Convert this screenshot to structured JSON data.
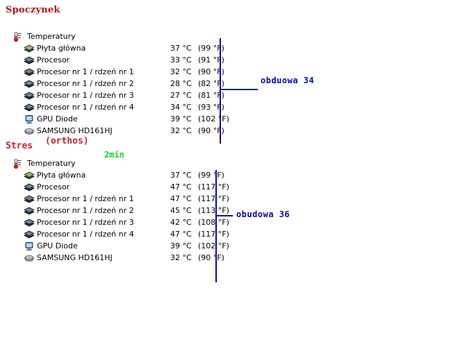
{
  "sections": [
    {
      "heading": "Spoczynek",
      "group_label": "Temperatury",
      "group_icon": "thermometer-icon",
      "rows": [
        {
          "icon": "motherboard-chip-icon",
          "label": "Płyta główna",
          "celsius": "37 °C",
          "fahrenheit": "(99 °F)"
        },
        {
          "icon": "cpu-chip-icon",
          "label": "Procesor",
          "celsius": "33 °C",
          "fahrenheit": "(91 °F)"
        },
        {
          "icon": "cpu-chip-icon",
          "label": "Procesor nr 1 / rdzeń nr 1",
          "celsius": "32 °C",
          "fahrenheit": "(90 °F)"
        },
        {
          "icon": "cpu-chip-icon",
          "label": "Procesor nr 1 / rdzeń nr 2",
          "celsius": "28 °C",
          "fahrenheit": "(82 °F)"
        },
        {
          "icon": "cpu-chip-icon",
          "label": "Procesor nr 1 / rdzeń nr 3",
          "celsius": "27 °C",
          "fahrenheit": "(81 °F)"
        },
        {
          "icon": "cpu-chip-icon",
          "label": "Procesor nr 1 / rdzeń nr 4",
          "celsius": "34 °C",
          "fahrenheit": "(93 °F)"
        },
        {
          "icon": "gpu-monitor-icon",
          "label": "GPU Diode",
          "celsius": "39 °C",
          "fahrenheit": "(102 °F)"
        },
        {
          "icon": "hard-disk-icon",
          "label": "SAMSUNG HD161HJ",
          "celsius": "32 °C",
          "fahrenheit": "(90 °F)"
        }
      ],
      "bracket_label": "obduowa 34"
    },
    {
      "heading": "Stres",
      "heading_note": "(orthos)",
      "duration": "2min",
      "group_label": "Temperatury",
      "group_icon": "thermometer-icon",
      "rows": [
        {
          "icon": "motherboard-chip-icon",
          "label": "Płyta główna",
          "celsius": "37 °C",
          "fahrenheit": "(99 °F)"
        },
        {
          "icon": "cpu-chip-icon",
          "label": "Procesor",
          "celsius": "47 °C",
          "fahrenheit": "(117 °F)"
        },
        {
          "icon": "cpu-chip-icon",
          "label": "Procesor nr 1 / rdzeń nr 1",
          "celsius": "47 °C",
          "fahrenheit": "(117 °F)"
        },
        {
          "icon": "cpu-chip-icon",
          "label": "Procesor nr 1 / rdzeń nr 2",
          "celsius": "45 °C",
          "fahrenheit": "(113 °F)"
        },
        {
          "icon": "cpu-chip-icon",
          "label": "Procesor nr 1 / rdzeń nr 3",
          "celsius": "42 °C",
          "fahrenheit": "(108 °F)"
        },
        {
          "icon": "cpu-chip-icon",
          "label": "Procesor nr 1 / rdzeń nr 4",
          "celsius": "47 °C",
          "fahrenheit": "(117 °F)"
        },
        {
          "icon": "gpu-monitor-icon",
          "label": "GPU Diode",
          "celsius": "39 °C",
          "fahrenheit": "(102 °F)"
        },
        {
          "icon": "hard-disk-icon",
          "label": "SAMSUNG HD161HJ",
          "celsius": "32 °C",
          "fahrenheit": "(90 °F)"
        }
      ],
      "bracket_label": "obudowa 36"
    }
  ],
  "colors": {
    "heading_red": "#9e1b20",
    "note_red": "#c0272d",
    "duration_green": "#22cc33",
    "bracket_blue": "#0a0a9e",
    "text_black": "#000000",
    "background": "#ffffff"
  }
}
